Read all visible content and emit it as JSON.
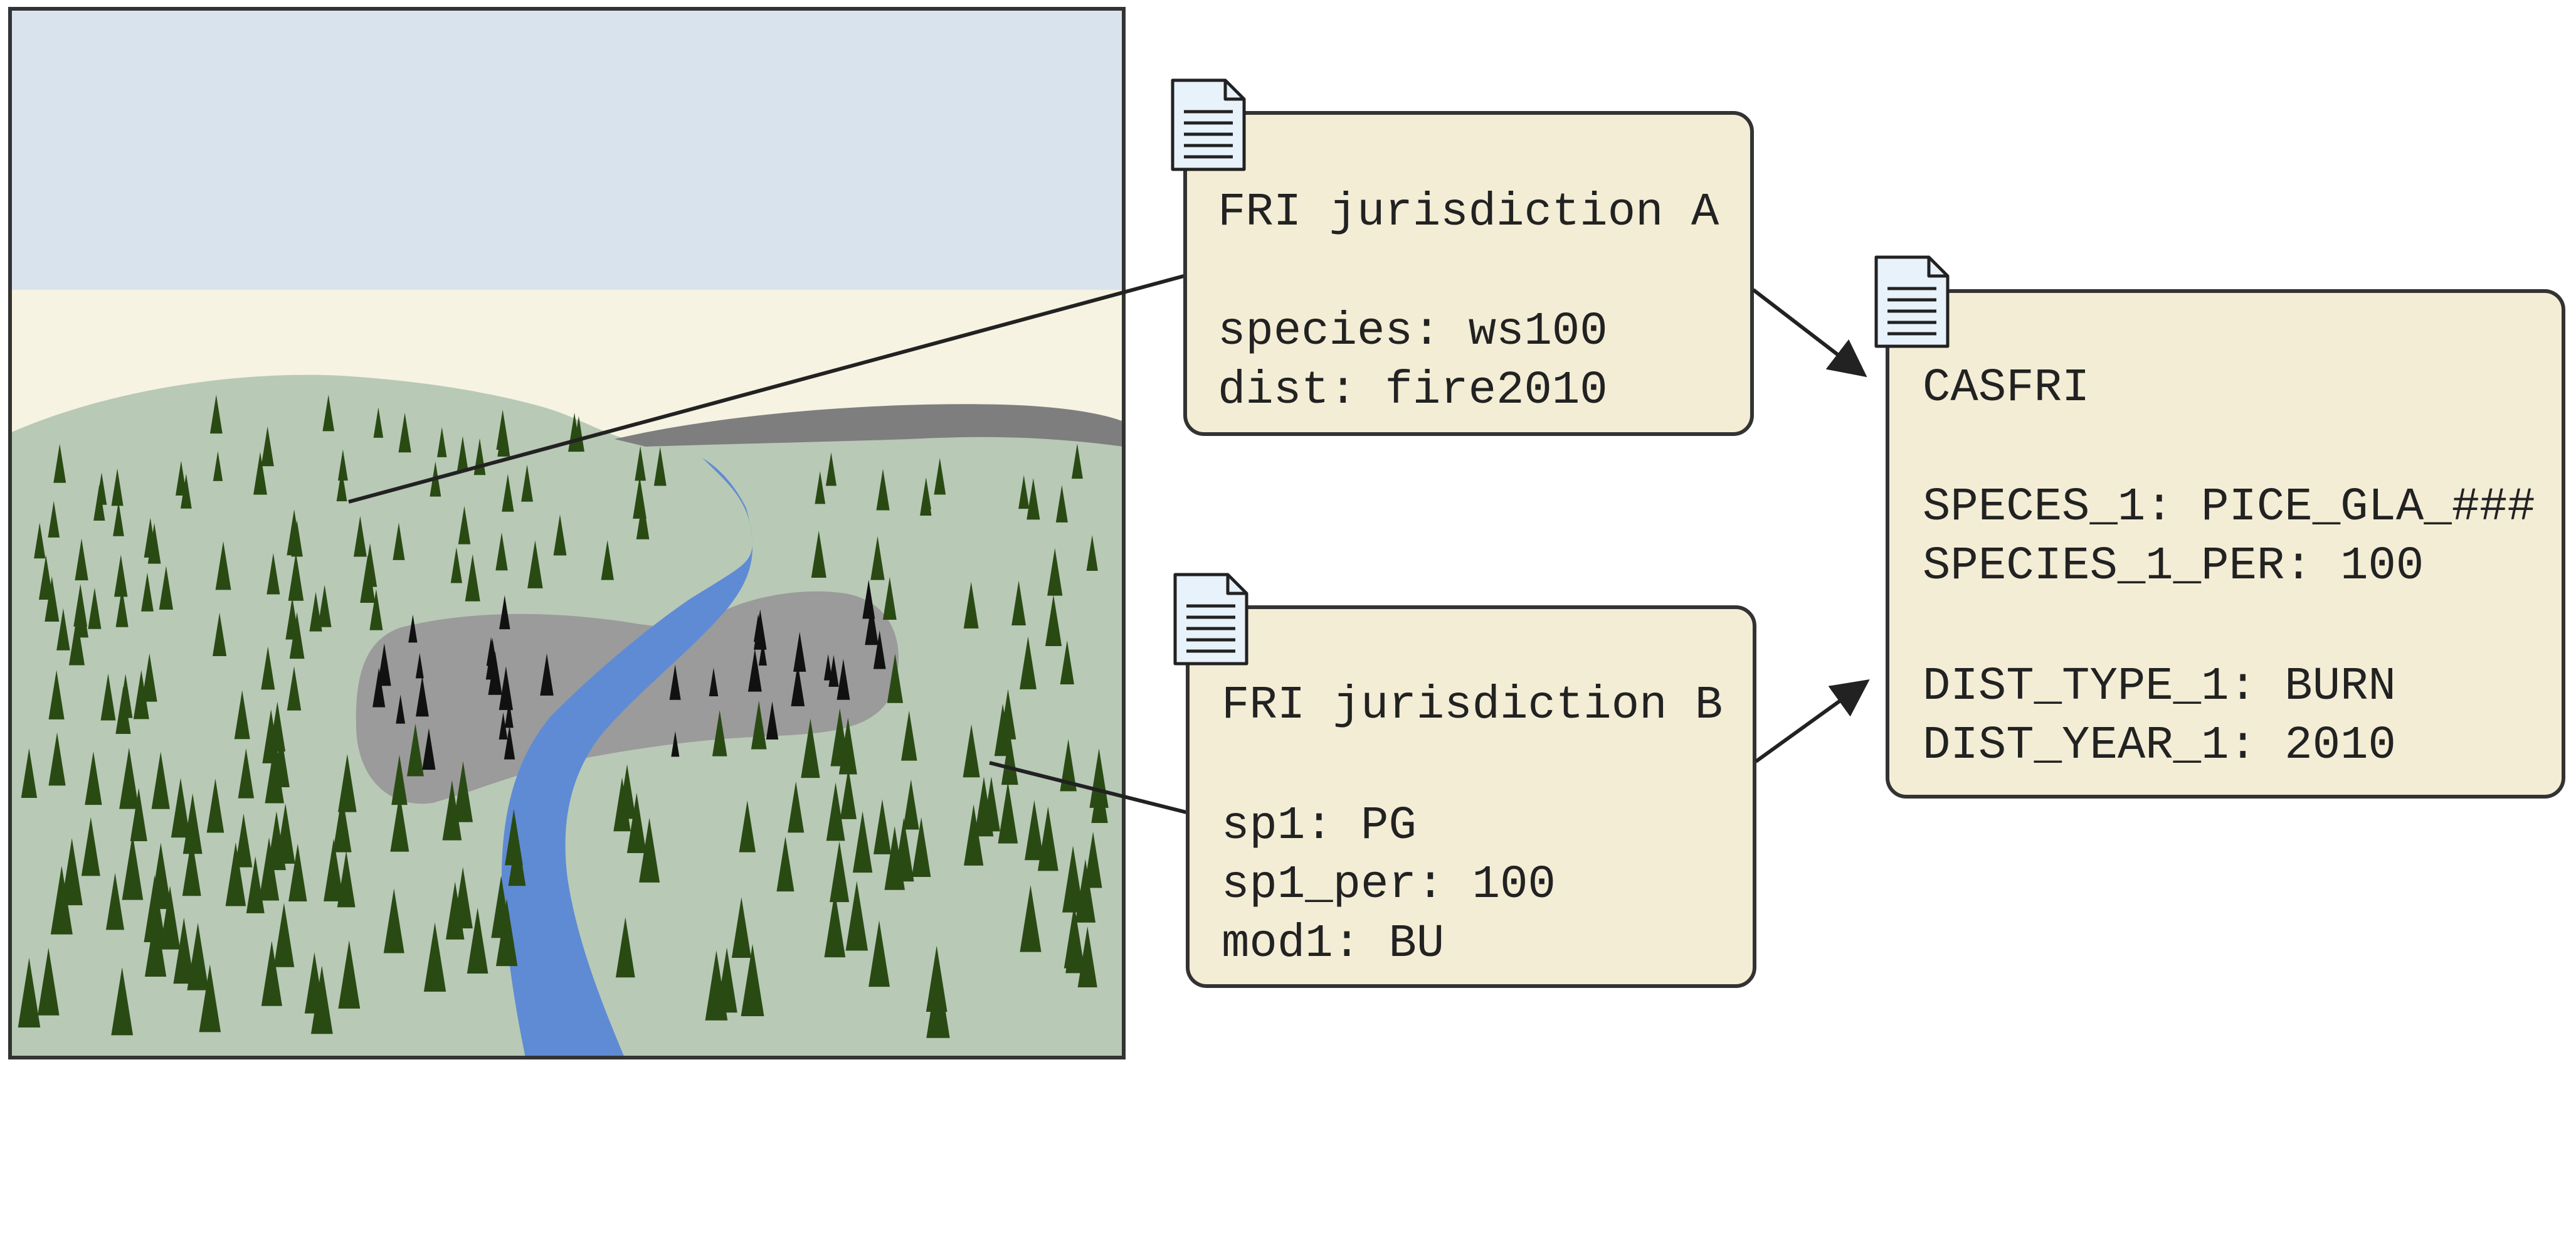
{
  "colors": {
    "sky": "#d9e3ee",
    "horizon": "#f6f3e2",
    "hills": "#b8c9b6",
    "tree": "#2a4a14",
    "burn_patch": "#9b9b9b",
    "ridge": "#7e7e7e",
    "river": "#5f8bd4",
    "card_fill": "#f3edd6",
    "card_border": "#333333",
    "doc_icon_fill": "#e8f2fb",
    "text": "#222222"
  },
  "cards": {
    "a": {
      "title": "FRI jurisdiction A",
      "line1": "species: ws100",
      "line2": "dist: fire2010"
    },
    "b": {
      "title": "FRI jurisdiction B",
      "line1": "sp1: PG",
      "line2": "sp1_per: 100",
      "line3": "mod1: BU"
    },
    "casfri": {
      "title": "CASFRI",
      "line1": "SPECES_1: PICE_GLA_###",
      "line2": "SPECIES_1_PER: 100",
      "line3": "DIST_TYPE_1: BURN",
      "line4": "DIST_YEAR_1: 2010"
    }
  },
  "icons": {
    "card_a": "document-icon",
    "card_b": "document-icon",
    "casfri": "document-icon"
  }
}
